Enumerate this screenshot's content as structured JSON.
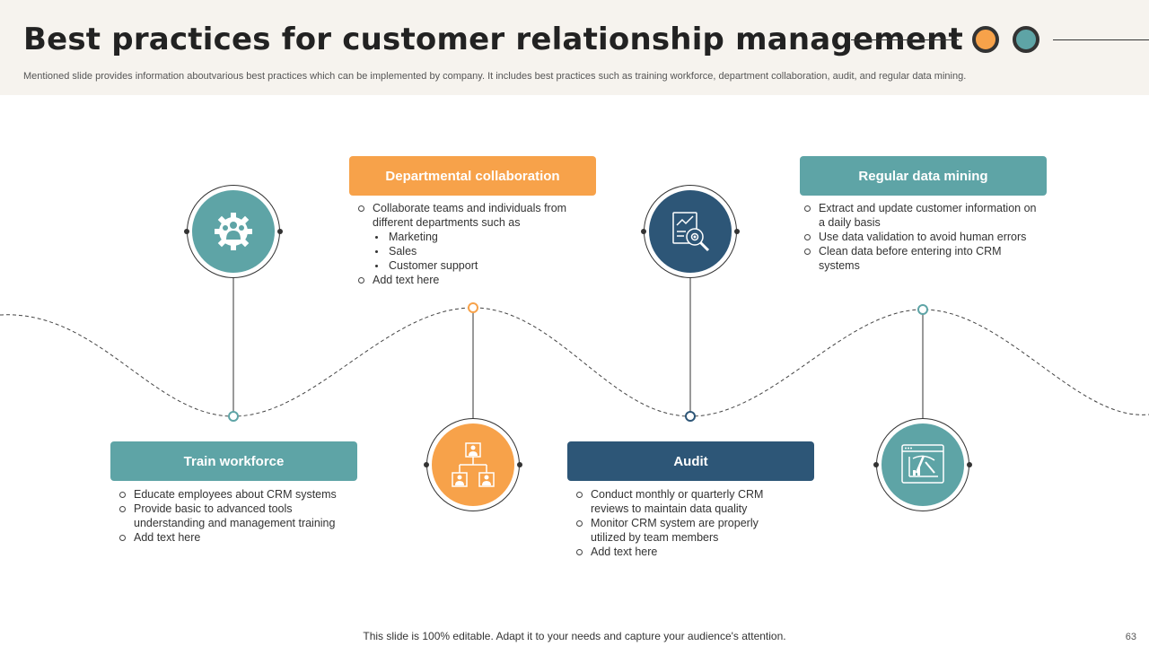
{
  "header": {
    "title": "Best practices for customer relationship management",
    "subtitle": "Mentioned slide provides information aboutvarious best practices which can be implemented by company. It includes best practices such as training workforce, department collaboration, audit, and regular data mining."
  },
  "colors": {
    "teal": "#5ea4a6",
    "orange": "#f7a24a",
    "navy": "#2d5677",
    "header_bg": "#f6f3ee"
  },
  "practices": {
    "train": {
      "label": "Train workforce",
      "icon": "team-gear-icon",
      "items": [
        "Educate employees about CRM systems",
        "Provide  basic to advanced tools understanding and management training",
        "Add text here"
      ]
    },
    "dept": {
      "label": "Departmental collaboration",
      "icon": "org-chart-icon",
      "items": [
        "Collaborate teams and individuals  from different  departments  such as"
      ],
      "subitems": [
        "Marketing",
        "Sales",
        "Customer support"
      ],
      "last_item": "Add text here"
    },
    "audit": {
      "label": "Audit",
      "icon": "report-magnifier-icon",
      "items": [
        "Conduct monthly or quarterly CRM reviews  to maintain data quality",
        "Monitor CRM system are properly utilized by team members",
        "Add text here"
      ]
    },
    "mining": {
      "label": "Regular data mining",
      "icon": "mining-chart-icon",
      "items": [
        "Extract and update customer information on a daily basis",
        "Use data validation to avoid human errors",
        "Clean data before entering into CRM systems"
      ]
    }
  },
  "footer": {
    "text": "This slide is 100% editable. Adapt it to your needs and capture your audience's attention.",
    "page_number": "63"
  }
}
